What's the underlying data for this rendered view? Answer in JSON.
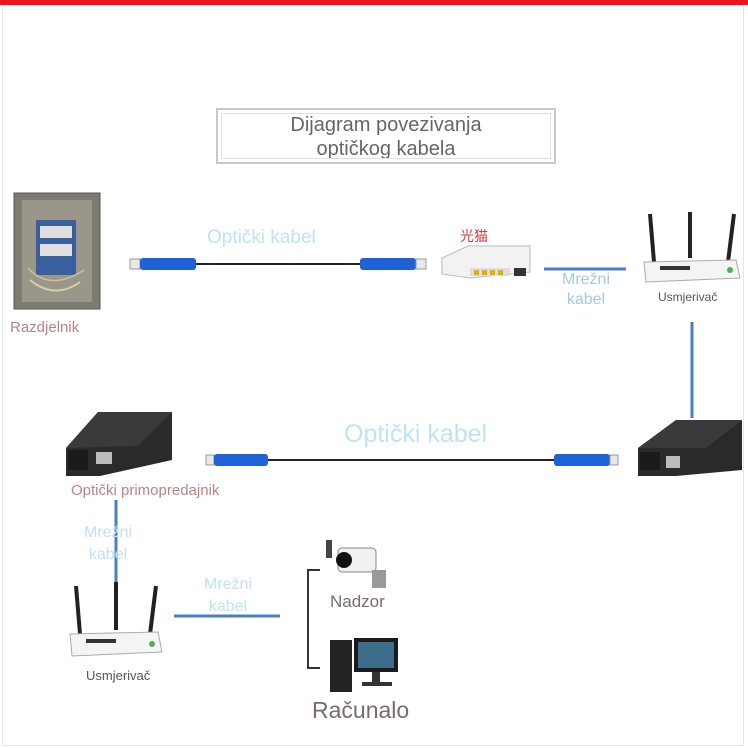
{
  "title_line1": "Dijagram povezivanja",
  "title_line2": "optičkog kabela",
  "labels": {
    "razdjelnik": "Razdjelnik",
    "opticki_kabel_top": "Optički kabel",
    "modem": "光猫",
    "mrezni_kabel_top_1": "Mrežni",
    "mrezni_kabel_top_2": "kabel",
    "usmjerivac_top": "Usmjerivač",
    "opticki_kabel_mid": "Optički kabel",
    "primopredajnik": "Optički primopredajnik",
    "mrezni_kabel_left_1": "Mrežni",
    "mrezni_kabel_left_2": "kabel",
    "mrezni_kabel_bottom_1": "Mrežni",
    "mrezni_kabel_bottom_2": "kabel",
    "usmjerivac_bottom": "Usmjerivač",
    "nadzor": "Nadzor",
    "racunalo": "Računalo"
  },
  "colors": {
    "accent_bar": "#e8151b",
    "network_cable": "#4a7fc4",
    "fiber_connector": "#1f62d6",
    "device_dark": "#2a2a2a"
  }
}
